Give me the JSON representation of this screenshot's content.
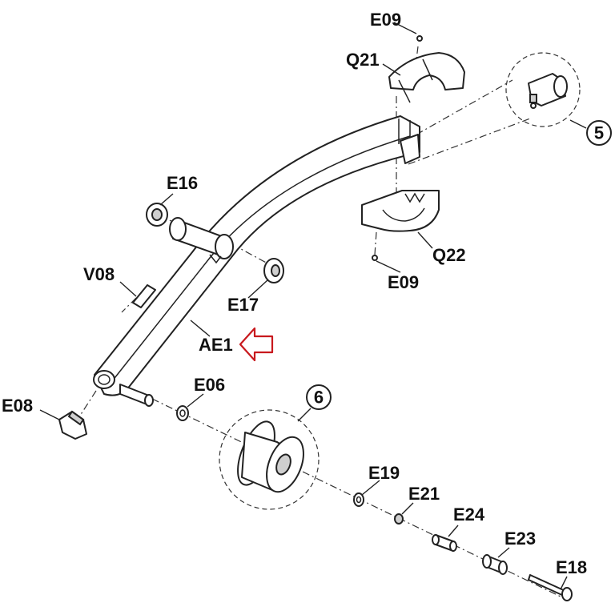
{
  "labels": {
    "e09_top": "E09",
    "q21": "Q21",
    "e16": "E16",
    "v08": "V08",
    "e17": "E17",
    "ae1": "AE1",
    "q22": "Q22",
    "e09_bottom": "E09",
    "e08": "E08",
    "e06": "E06",
    "e19": "E19",
    "e21": "E21",
    "e24": "E24",
    "e23": "E23",
    "e18": "E18"
  },
  "callouts": {
    "detail_5": "5",
    "detail_6": "6"
  },
  "colors": {
    "arrow": "#c8191e",
    "line": "#222222"
  }
}
